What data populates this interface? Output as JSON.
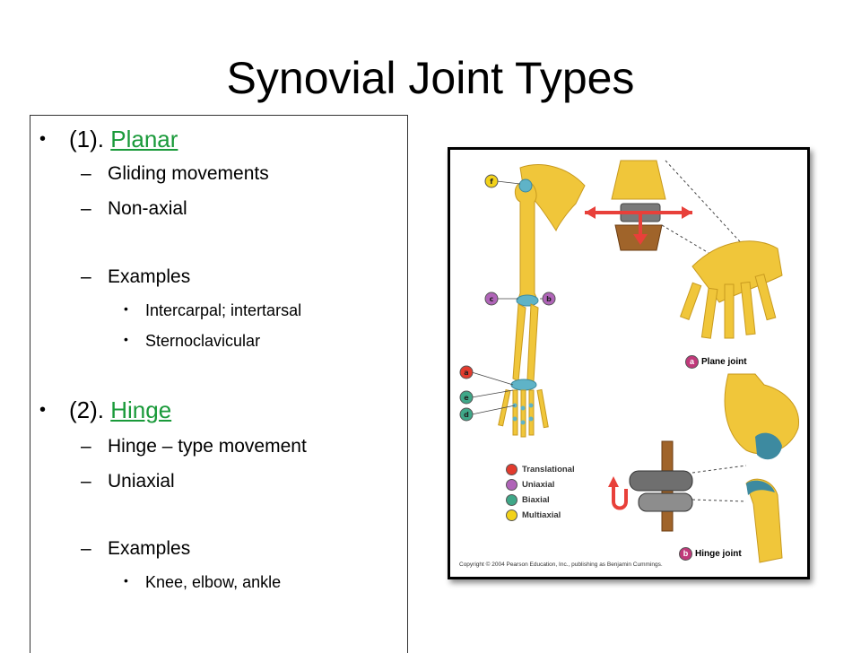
{
  "slide": {
    "title": "Synovial Joint Types"
  },
  "content": {
    "planar": {
      "prefix": "(1).",
      "link_text": "Planar",
      "sub1": "Gliding movements",
      "sub2": "Non-axial",
      "sub3": "Examples",
      "ex1": "Intercarpal; intertarsal",
      "ex2": "Sternoclavicular"
    },
    "hinge": {
      "prefix": "(2).",
      "link_text": "Hinge",
      "sub1": "Hinge – type movement",
      "sub2": "Uniaxial",
      "sub3": "Examples",
      "ex1": "Knee, elbow, ankle"
    },
    "bullet_glyph": "•",
    "dash_glyph": "–"
  },
  "figure": {
    "markers": [
      "f",
      "c",
      "b",
      "a",
      "e",
      "d"
    ],
    "legend": [
      {
        "label": "Translational",
        "color": "#e23b2e"
      },
      {
        "label": "Uniaxial",
        "color": "#b064b8"
      },
      {
        "label": "Biaxial",
        "color": "#3fa788"
      },
      {
        "label": "Multiaxial",
        "color": "#f2d21a"
      }
    ],
    "caption_a_badge": "a",
    "caption_a": "Plane joint",
    "caption_b_badge": "b",
    "caption_b": "Hinge joint",
    "copyright": "Copyright © 2004 Pearson Education, Inc., publishing as Benjamin Cummings.",
    "colors": {
      "bone": "#f0c63a",
      "bone_dark": "#c89a1e",
      "cartilage": "#5fb3c7",
      "arrow": "#e8403a"
    }
  }
}
